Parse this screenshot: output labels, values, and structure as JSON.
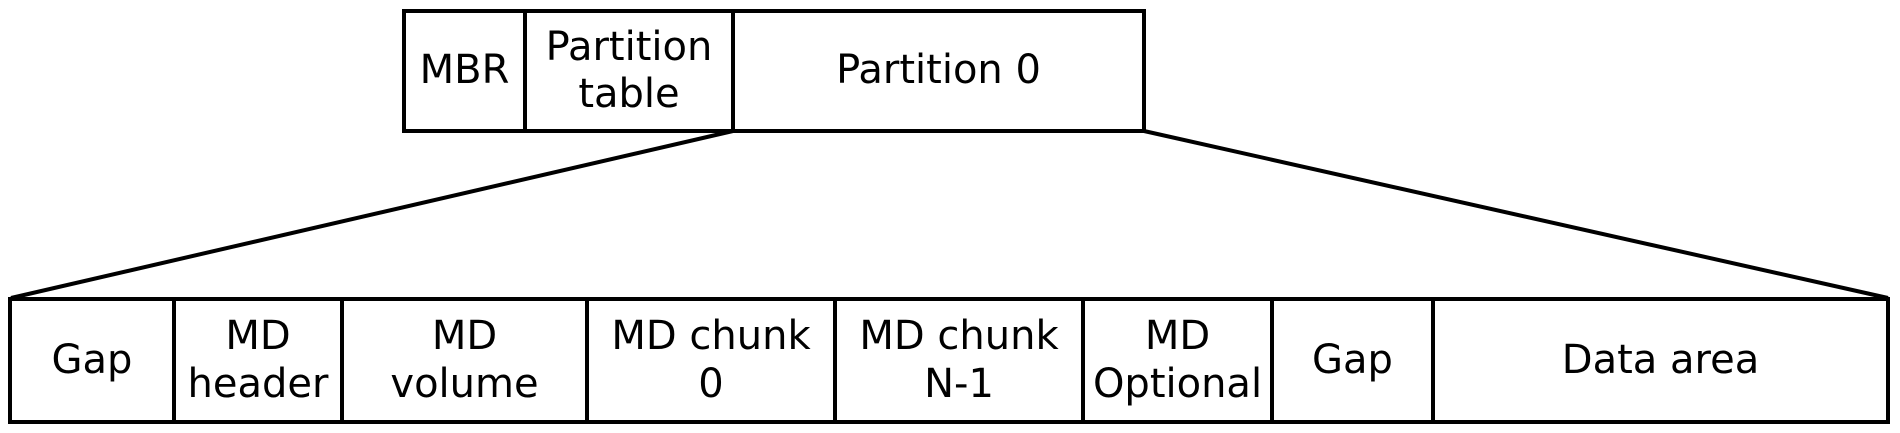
{
  "colors": {
    "background": "#ffffff",
    "stroke": "#000000",
    "text": "#000000"
  },
  "disk_row": {
    "cells": [
      {
        "label": "MBR"
      },
      {
        "label": "Partition\ntable"
      },
      {
        "label": "Partition 0"
      }
    ]
  },
  "partition_row": {
    "cells": [
      {
        "label": "Gap"
      },
      {
        "label": "MD\nheader"
      },
      {
        "label": "MD\nvolume"
      },
      {
        "label": "MD chunk\n0"
      },
      {
        "label": "MD chunk\nN-1"
      },
      {
        "label": "MD\nOptional"
      },
      {
        "label": "Gap"
      },
      {
        "label": "Data area"
      }
    ]
  }
}
